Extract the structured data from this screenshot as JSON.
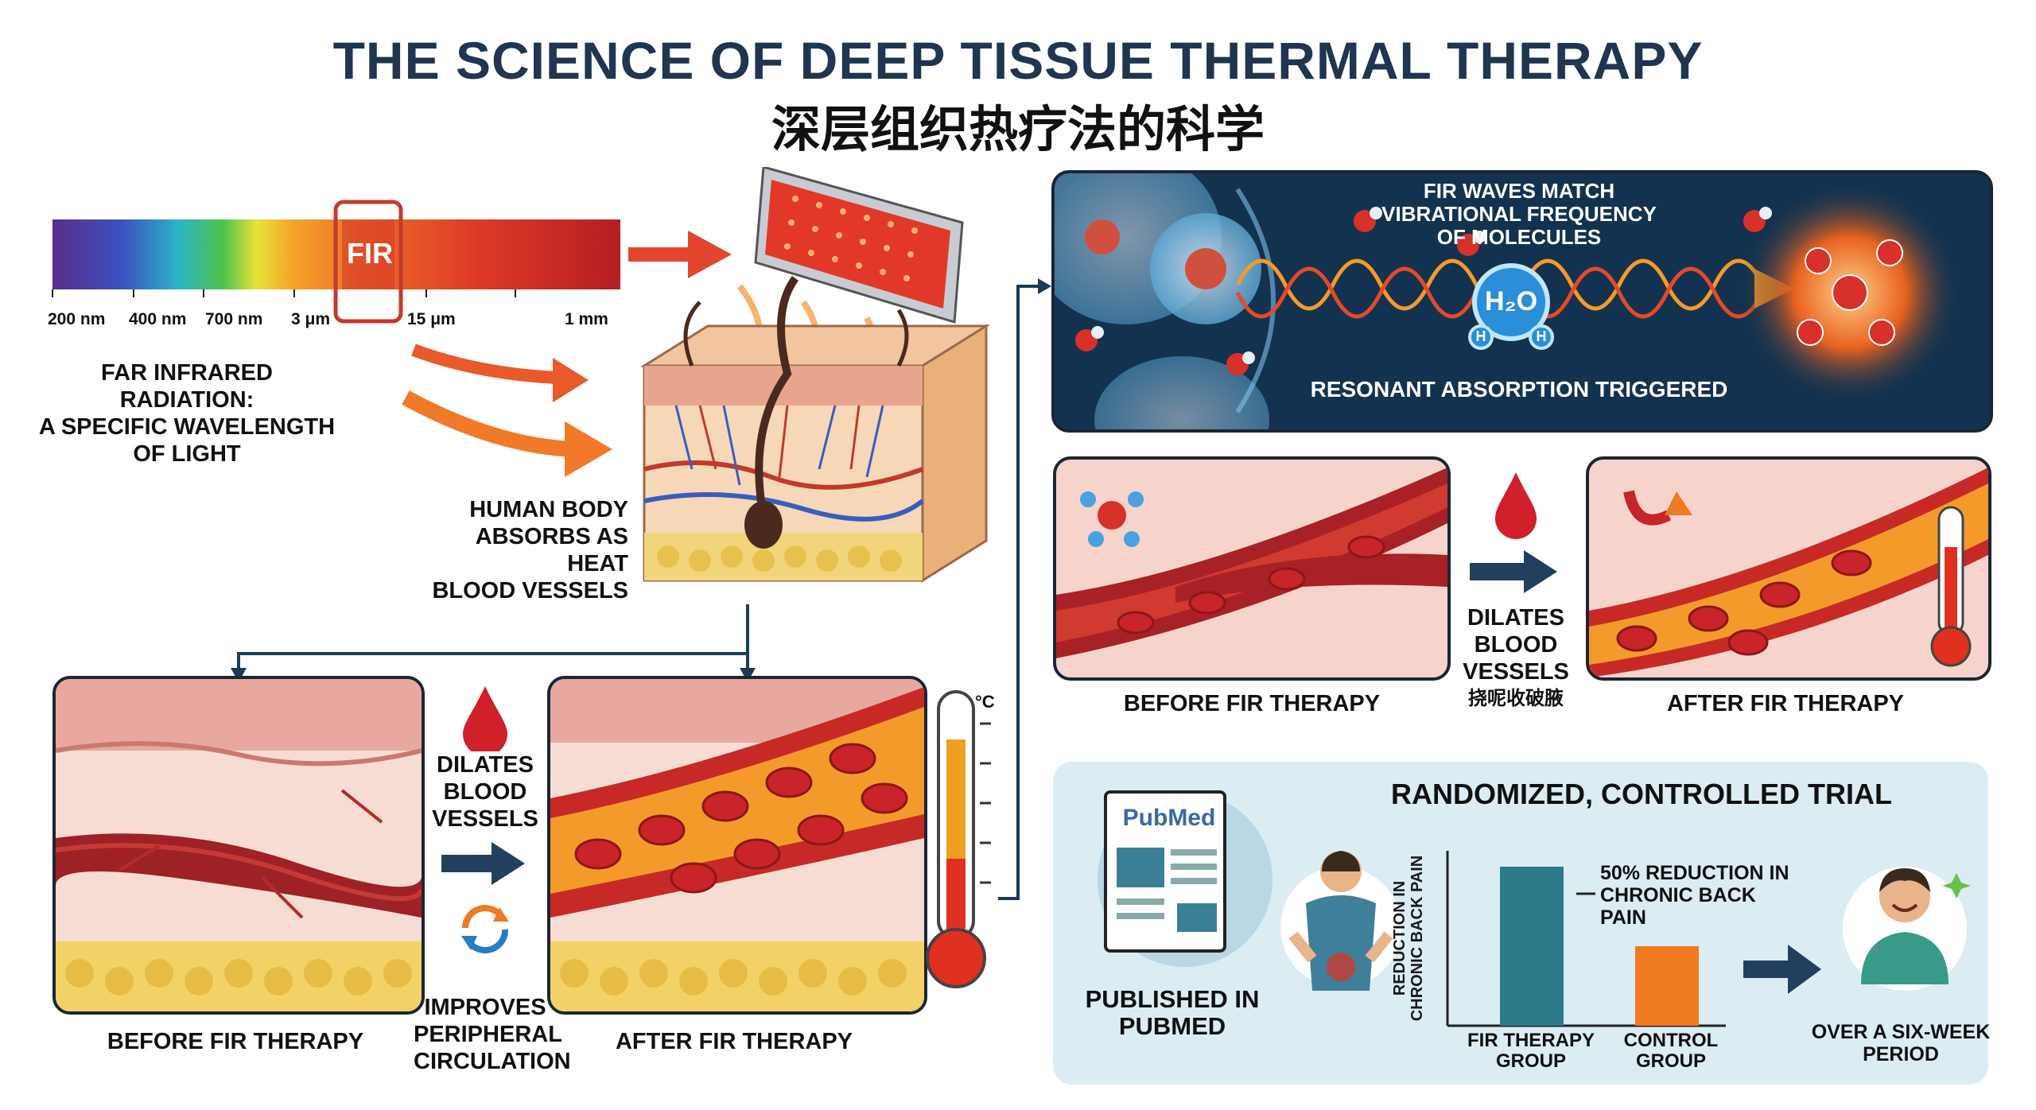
{
  "title": "THE SCIENCE OF DEEP TISSUE THERMAL THERAPY",
  "subtitle": "深层组织热疗法的科学",
  "spectrum": {
    "band_label": "FIR",
    "ticks": [
      "200 nm",
      "400 nm",
      "700 nm",
      "3 μm",
      "15 μm",
      "1 mm"
    ],
    "caption": [
      "FAR INFRARED RADIATION:",
      "A SPECIFIC WAVELENGTH",
      "OF LIGHT"
    ]
  },
  "skin": {
    "caption": [
      "HUMAN BODY",
      "ABSORBS AS HEAT",
      "BLOOD VESSELS"
    ]
  },
  "molecule_panel": {
    "caption": [
      "FIR WAVES MATCH",
      "VIBRATIONAL FREQUENCY",
      "OF MOLECULES"
    ],
    "water_label": "H₂O",
    "h_label": "H",
    "footer": "RESONANT ABSORPTION TRIGGERED"
  },
  "right_vessels": {
    "before_label": "BEFORE FIR THERAPY",
    "after_label": "AFTER FIR THERAPY",
    "middle": [
      "DILATES",
      "BLOOD",
      "VESSELS"
    ],
    "middle_cn": "挠呢收破腋"
  },
  "left_vessels": {
    "before_label": "BEFORE FIR THERAPY",
    "after_label": "AFTER FIR THERAPY",
    "middle_top": [
      "DILATES",
      "BLOOD",
      "VESSELS"
    ],
    "middle_bottom": [
      "IMPROVES",
      "PERIPHERAL",
      "CIRCULATION"
    ],
    "thermo_unit": "°C"
  },
  "trial": {
    "title": "RANDOMIZED, CONTROLLED TRIAL",
    "pubmed_logo": "PubMed",
    "published": [
      "PUBLISHED IN",
      "PUBMED"
    ],
    "y_axis": [
      "REDUCTION IN",
      "CHRONIC BACK PAIN"
    ],
    "callout": [
      "50% REDUCTION IN",
      "CHRONIC BACK PAIN"
    ],
    "period": [
      "OVER A SIX-WEEK",
      "PERIOD"
    ],
    "chart_data": {
      "type": "bar",
      "categories": [
        "FIR THERAPY GROUP",
        "CONTROL GROUP"
      ],
      "values": [
        100,
        50
      ],
      "ylabel": "REDUCTION IN CHRONIC BACK PAIN",
      "annotation": "50% REDUCTION IN CHRONIC BACK PAIN"
    },
    "bar_labels": [
      [
        "FIR THERAPY",
        "GROUP"
      ],
      [
        "CONTROL",
        "GROUP"
      ]
    ],
    "colors": {
      "fir_bar": "#2c7a8a",
      "control_bar": "#f07a22"
    }
  }
}
